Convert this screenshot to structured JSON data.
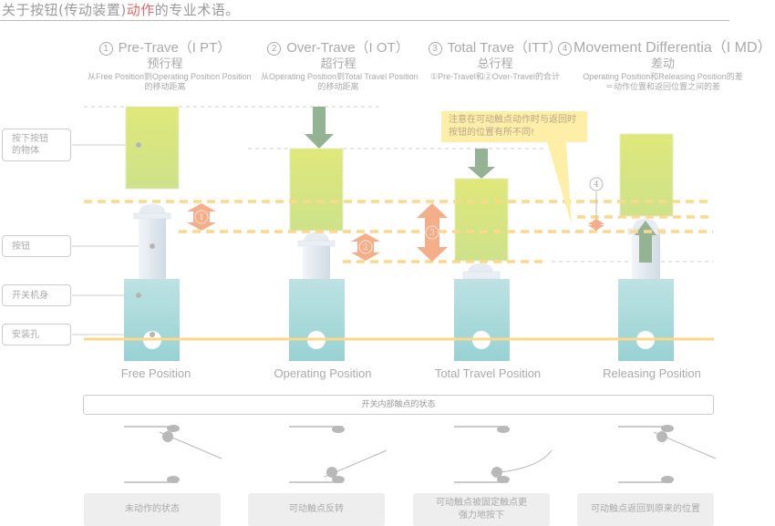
{
  "title": {
    "prefix": "关于按钮(传动装置)",
    "highlight": "动作",
    "suffix": "的专业术语。"
  },
  "columns": [
    {
      "num": "1",
      "heading": "Pre-Trave（I PT）",
      "cn": "预行程",
      "desc1": "从Free Position到Operating Position Position",
      "desc2": "的移动距离"
    },
    {
      "num": "2",
      "heading": "Over-Trave（I OT）",
      "cn": "超行程",
      "desc1": "从Operating Position到Total Travel Position",
      "desc2": "的移动距离"
    },
    {
      "num": "3",
      "heading": "Total Trave（ITT）",
      "cn": "总行程",
      "desc1": "①Pre-Travel和②Over-Travel的合计",
      "desc2": ""
    },
    {
      "num": "4",
      "heading": "Movement Differentia（I MD）",
      "cn": "差动",
      "desc1": "Operating Position和Releasing Position的差",
      "desc2": "＝动作位置和返回位置之间的差"
    }
  ],
  "side_labels": [
    "按下按钮\n的物体",
    "按钮",
    "开关机身",
    "安装孔"
  ],
  "note": "注意在可动触点动作时与返回时按钮的位置有所不同!",
  "markers": [
    "1",
    "2",
    "3",
    "4"
  ],
  "positions": [
    "Free Position",
    "Operating Position",
    "Total Travel Position",
    "Releasing Position"
  ],
  "state_bar": "开关内部触点的状态",
  "states": [
    "未动作的状态",
    "可动触点反转",
    "可动触点被固定触点更\n强力地按下",
    "可动触点返回到原来的位置"
  ],
  "colors": {
    "pusher": "#dbe77a",
    "body": "#b3dfe0",
    "dash": "#fbd88c",
    "arrow": "#f5ae8a",
    "push_arrow": "#94b393",
    "note": "#fdeea8",
    "accent": "#e06a6a"
  }
}
